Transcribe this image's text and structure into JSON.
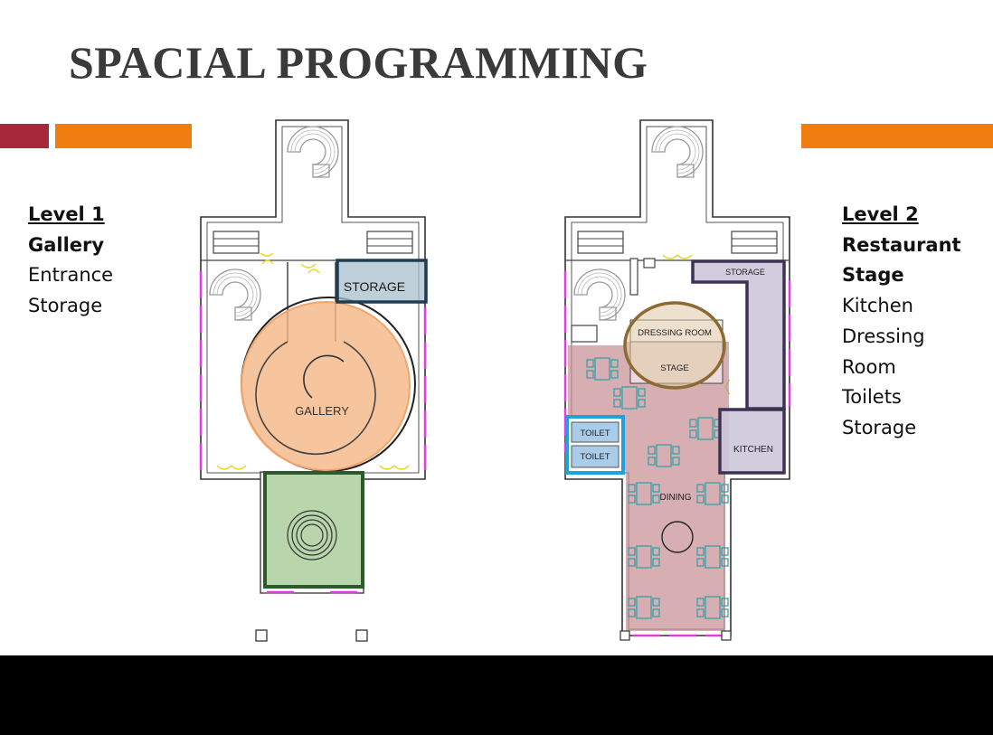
{
  "slide_title": "SPACIAL PROGRAMMING",
  "accent_colors": {
    "dark_red": "#a6293b",
    "orange": "#ef7d0f"
  },
  "level1_legend": {
    "heading": "Level 1",
    "items": [
      {
        "label": "Gallery",
        "bold": true
      },
      {
        "label": "Entrance",
        "bold": false
      },
      {
        "label": "Storage",
        "bold": false
      }
    ]
  },
  "level2_legend": {
    "heading": "Level 2",
    "items": [
      {
        "label": "Restaurant",
        "bold": true
      },
      {
        "label": "Stage",
        "bold": true
      },
      {
        "label": "Kitchen",
        "bold": false
      },
      {
        "label": "Dressing",
        "bold": false
      },
      {
        "label": "Room",
        "bold": false
      },
      {
        "label": "Toilets",
        "bold": false
      },
      {
        "label": "Storage",
        "bold": false
      }
    ]
  },
  "level1_plan": {
    "storage_label": "STORAGE",
    "gallery_label": "GALLERY"
  },
  "level2_plan": {
    "storage_label": "STORAGE",
    "dressing_room_label": "DRESSING ROOM",
    "stage_label": "STAGE",
    "toilet_label_1": "TOILET",
    "toilet_label_2": "TOILET",
    "kitchen_label": "KITCHEN",
    "dining_label": "DINING"
  }
}
